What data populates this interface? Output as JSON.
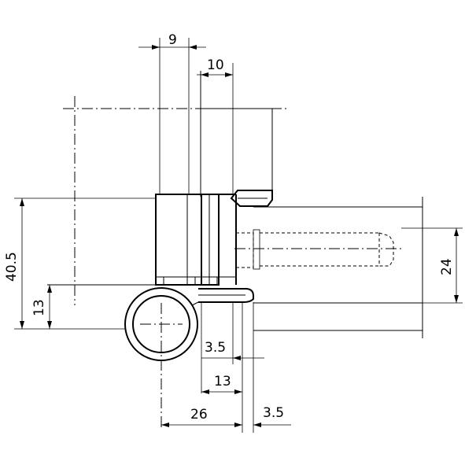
{
  "dimensions": {
    "d9": "9",
    "d10": "10",
    "d40_5": "40.5",
    "d13_left": "13",
    "d24": "24",
    "d3_5_upper": "3.5",
    "d13_bottom": "13",
    "d26": "26",
    "d3_5_lower": "3.5"
  }
}
